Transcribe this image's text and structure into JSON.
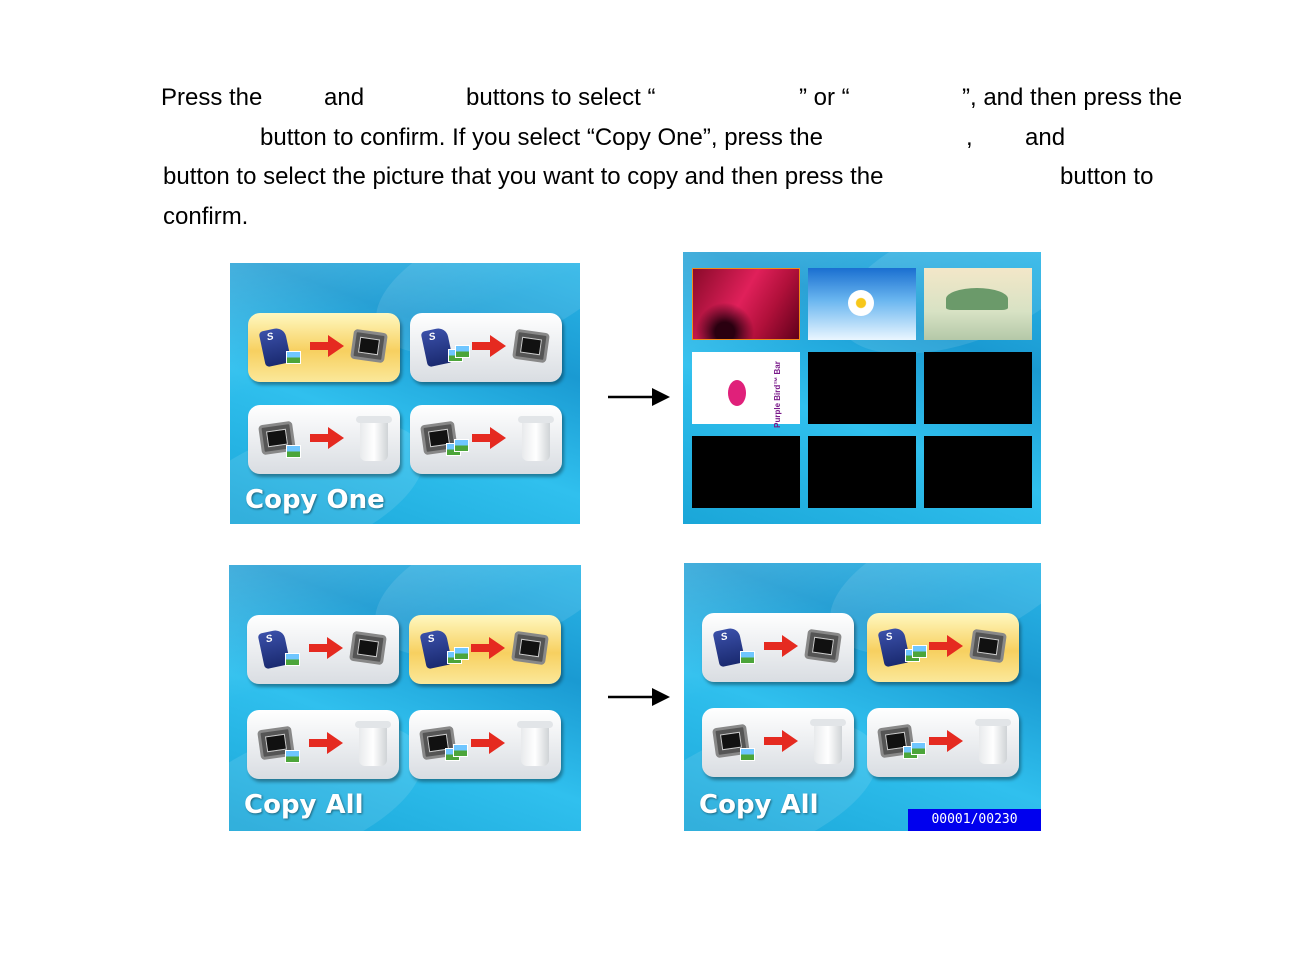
{
  "instructions": {
    "l1a": "Press the",
    "l1b": "and",
    "l1c": "buttons to select “",
    "l1d": "” or “",
    "l1e": "”, and then press the",
    "l2a": "button to confirm. If you select “Copy One”, press the",
    "l2b": ",",
    "l2c": "and",
    "l3a": "button to select the picture that you want to copy and then press the",
    "l3b": "button to",
    "l4": "confirm."
  },
  "screens": {
    "copy_one_menu": {
      "label": "Copy One"
    },
    "copy_all_menu": {
      "label": "Copy All"
    },
    "copy_all_progress": {
      "label": "Copy All",
      "counter": "00001/00230"
    }
  },
  "thumbnail_text": "Purple Bird™ Bar",
  "colors": {
    "screen_bg": "#1aa6d8",
    "selected_tile": "#f7d060",
    "counter_bg": "#0000ee",
    "arrow_red": "#e52a20"
  },
  "icons": [
    "sd-card-icon",
    "photo-icon",
    "red-arrow-icon",
    "photo-frame-icon",
    "trash-bin-icon",
    "right-arrow-icon"
  ]
}
